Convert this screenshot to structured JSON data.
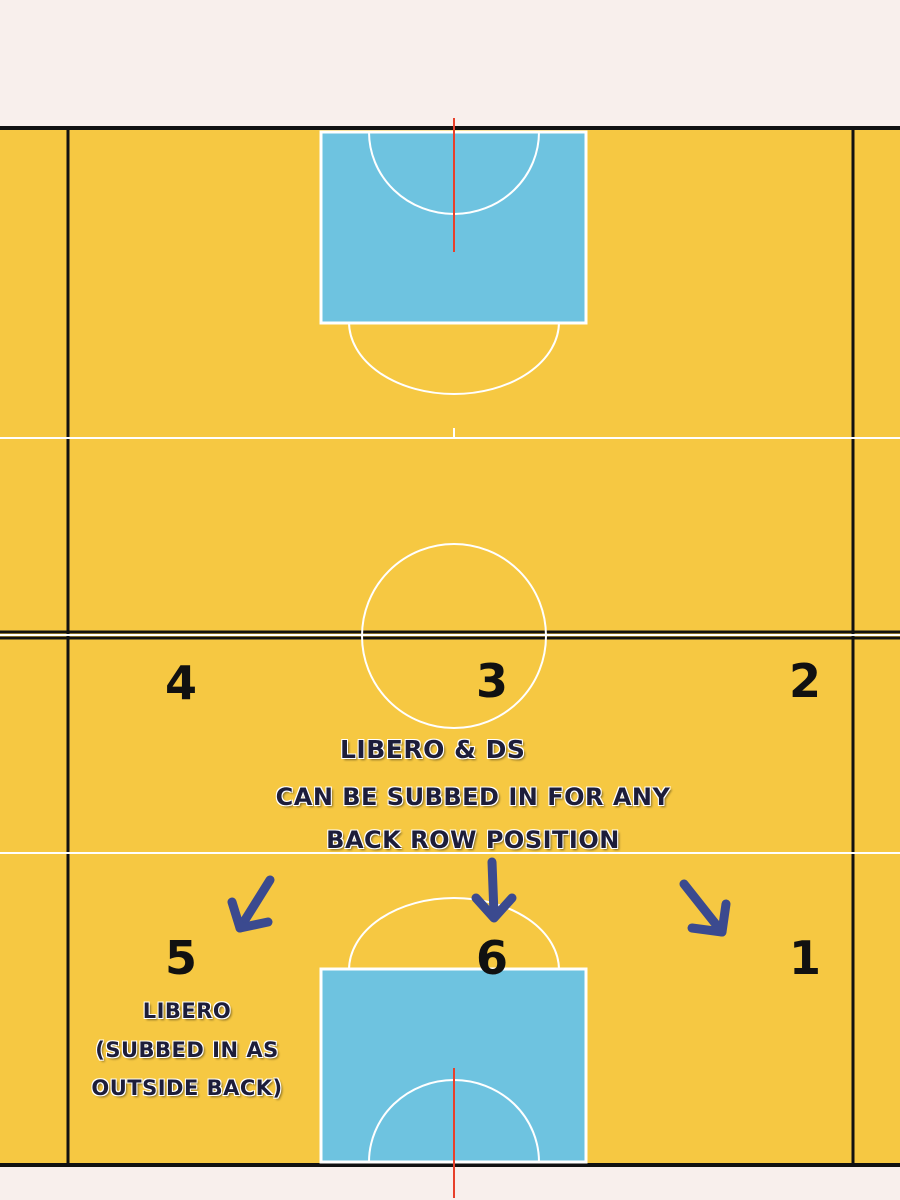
{
  "positions": {
    "p4": "4",
    "p3": "3",
    "p2": "2",
    "p5": "5",
    "p6": "6",
    "p1": "1"
  },
  "note": {
    "line1": "Libero & DS",
    "line2": "Can  be subbed in for any",
    "line3": "back row position"
  },
  "libero": {
    "line1": "Libero",
    "line2": "(Subbed in as",
    "line3": "outside back)"
  },
  "colors": {
    "court": "#f6c842",
    "key_zone": "#6ec3e0",
    "court_line": "#ffffff",
    "border_line": "#111111",
    "center_line": "#e8402b",
    "arrow": "#3b4a8f",
    "background": "#f8efec"
  }
}
